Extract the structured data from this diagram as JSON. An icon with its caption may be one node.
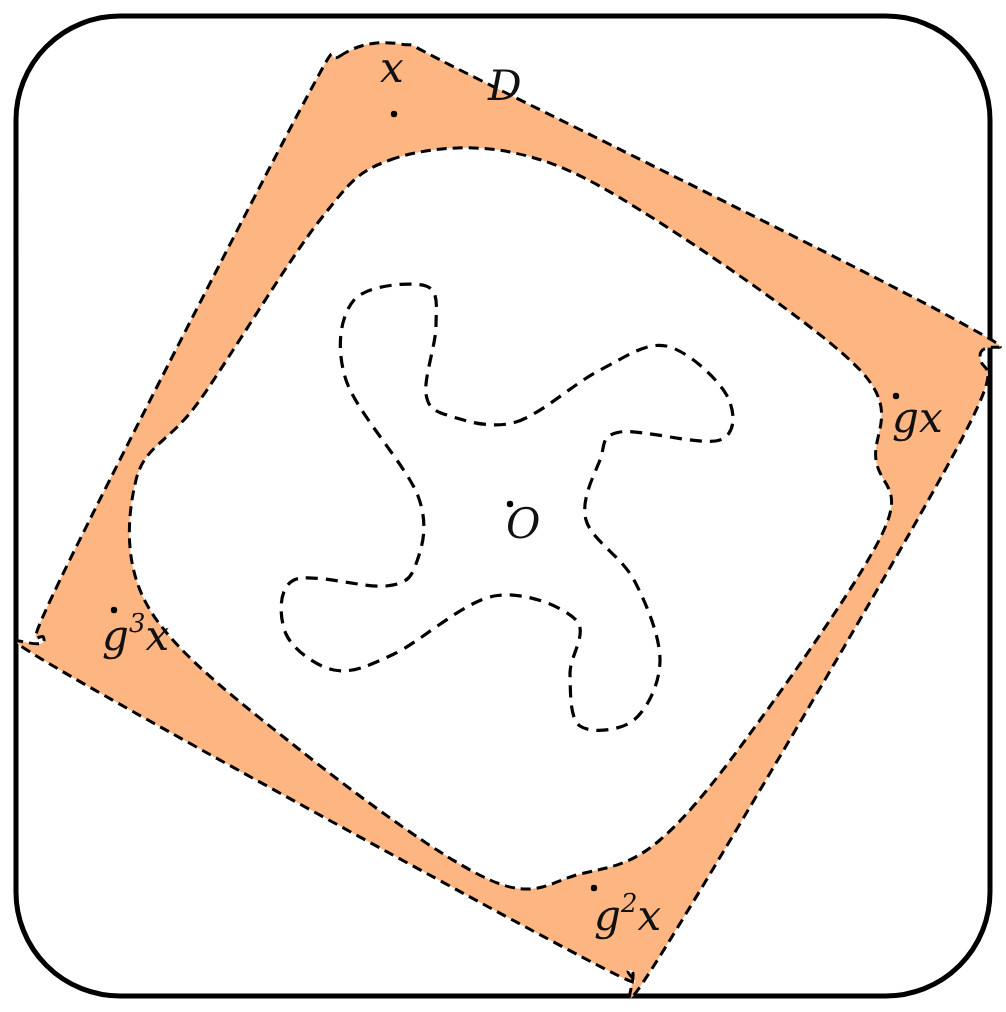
{
  "diagram": {
    "labels": [
      "x",
      "D",
      "gx",
      "g$^{2}$x",
      "g$^{3}$x",
      "O"
    ]
  }
}
